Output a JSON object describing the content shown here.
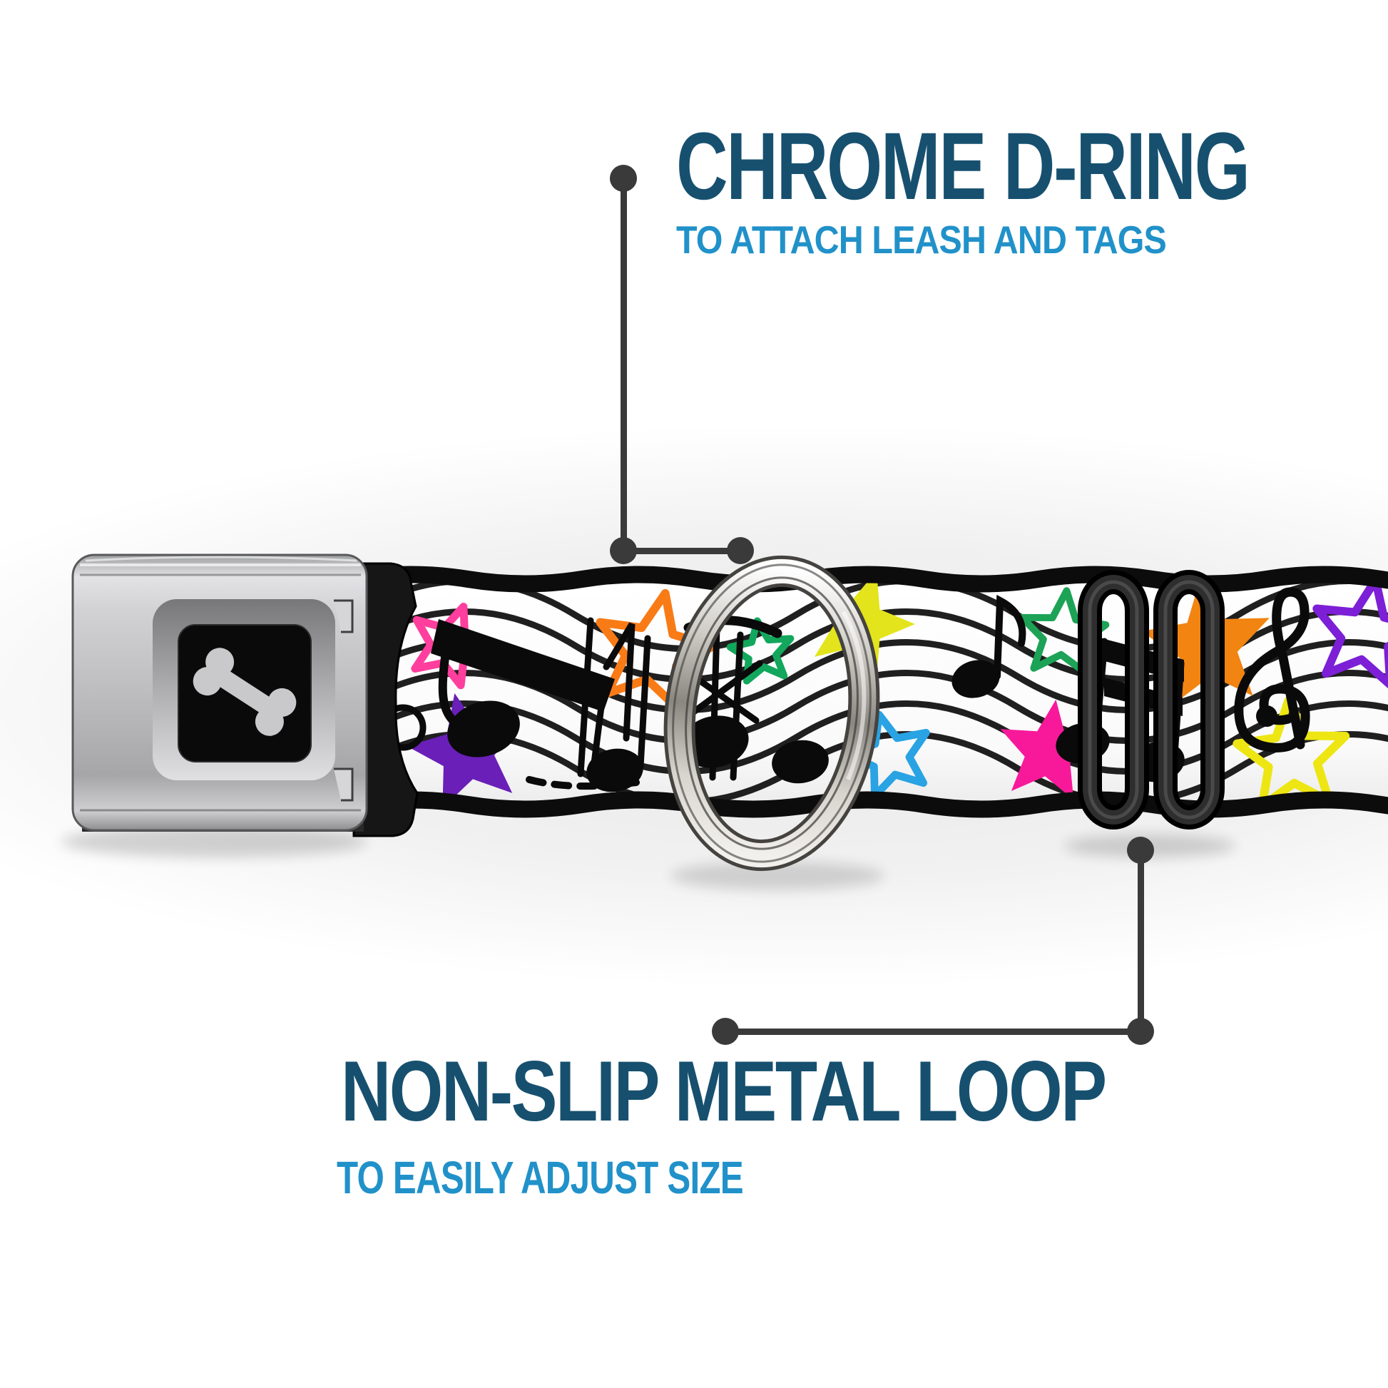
{
  "annotations": {
    "dring": {
      "title": "CHROME D-RING",
      "subtitle": "TO ATTACH LEASH AND TAGS"
    },
    "loop": {
      "title": "NON-SLIP METAL LOOP",
      "subtitle": "TO EASILY ADJUST SIZE"
    }
  },
  "colors": {
    "heading_dark_blue": "#17506F",
    "subheading_light_blue": "#2191C9",
    "callout_gray": "#3A3A3A",
    "strap_white": "#FCFCFC",
    "strap_edge_black": "#0C0C0C",
    "slider_black": "#161616",
    "buckle_chrome": "#BDBDBF",
    "bone_gray": "#C9C9CB",
    "star_pink_outline": "#FF3E9D",
    "star_pink_fill": "#F8199B",
    "star_purple_fill": "#6A1FB8",
    "star_purple_outline": "#7C1FD6",
    "star_orange": "#F28411",
    "star_yellow": "#E3E41C",
    "star_green": "#17A85B",
    "star_blue": "#29A3E3"
  },
  "product": {
    "buckle_emblem": "dog-bone",
    "strap_pattern": "music notes and stars on white staff lines",
    "hardware": [
      "seatbelt-buckle",
      "chrome-d-ring",
      "non-slip-metal-loop"
    ]
  }
}
